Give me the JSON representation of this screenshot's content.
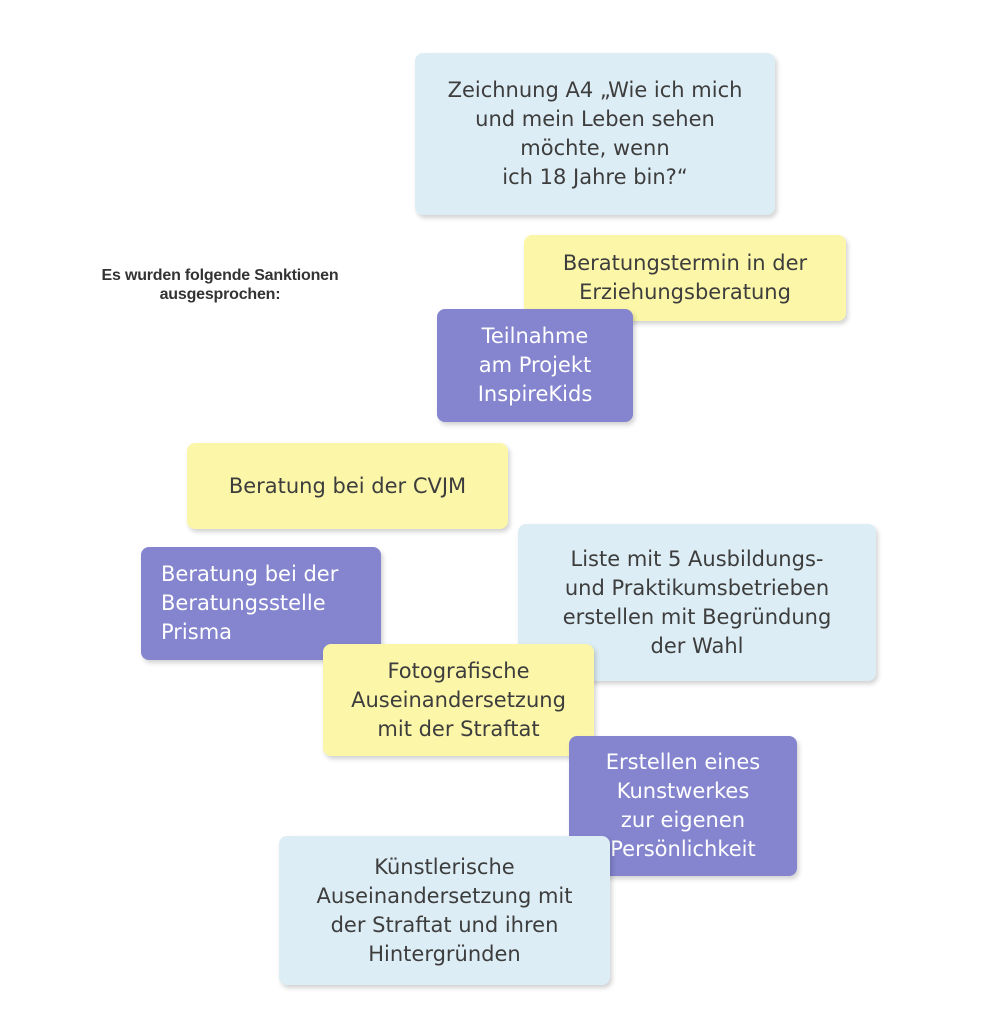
{
  "heading": "Es wurden folgende Sanktionen\nausgesprochen:",
  "colors": {
    "light_blue": "#ddedf5",
    "yellow": "#fbf6a8",
    "purple": "#8484cf"
  },
  "cards": {
    "zeichnung": "Zeichnung A4 „Wie ich mich\nund mein Leben sehen\nmöchte, wenn\nich 18 Jahre bin?“",
    "beratungstermin": "Beratungstermin in der\nErziehungsberatung",
    "inspirekids": "Teilnahme\nam Projekt\nInspireKids",
    "cvjm": "Beratung bei der CVJM",
    "liste": "Liste mit 5 Ausbildungs-\nund Praktikumsbetrieben\nerstellen mit Begründung\nder Wahl",
    "prisma": "Beratung bei der\nBeratungsstelle\nPrisma",
    "fotografische": "Fotografische\nAuseinandersetzung\nmit der Straftat",
    "kunstwerk": "Erstellen eines\nKunstwerkes\nzur eigenen\nPersönlichkeit",
    "kuenstlerische": "Künstlerische\nAuseinandersetzung mit\nder Straftat und ihren\nHintergründen"
  }
}
